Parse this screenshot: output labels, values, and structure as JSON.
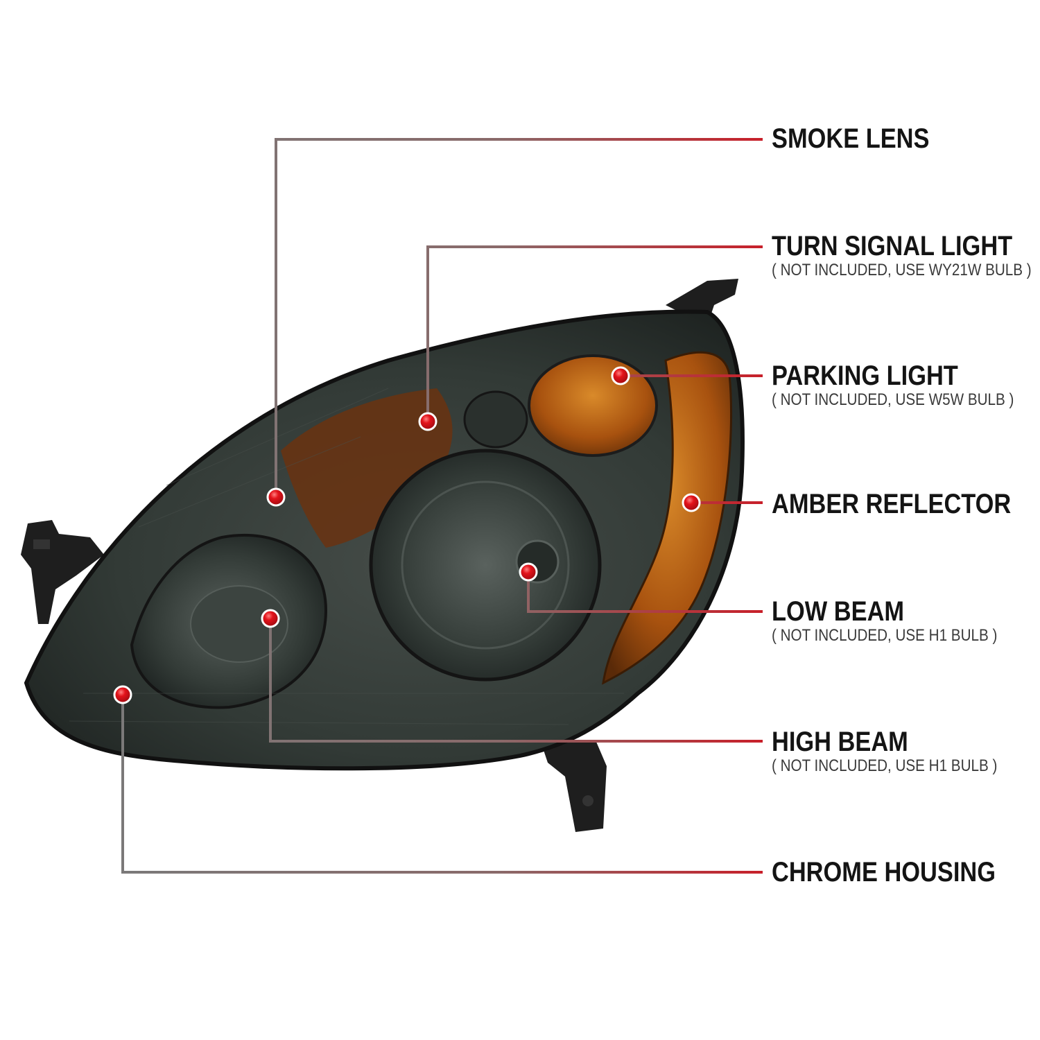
{
  "callouts": [
    {
      "id": "smoke-lens",
      "title": "SMOKE LENS",
      "note": ""
    },
    {
      "id": "turn-signal-light",
      "title": "TURN SIGNAL LIGHT",
      "note": "( NOT INCLUDED, USE  WY21W  BULB )"
    },
    {
      "id": "parking-light",
      "title": "PARKING LIGHT",
      "note": "( NOT INCLUDED, USE  W5W  BULB )"
    },
    {
      "id": "amber-reflector",
      "title": "AMBER REFLECTOR",
      "note": ""
    },
    {
      "id": "low-beam",
      "title": "LOW BEAM",
      "note": "( NOT INCLUDED, USE  H1  BULB )"
    },
    {
      "id": "high-beam",
      "title": "HIGH BEAM",
      "note": "( NOT INCLUDED, USE  H1  BULB )"
    },
    {
      "id": "chrome-housing",
      "title": "CHROME HOUSING",
      "note": ""
    }
  ],
  "colors": {
    "leader_start": "#7a7a7a",
    "leader_end": "#c8202a",
    "marker": "#e3131b",
    "lens": "#2c332f",
    "amber": "#b4540c"
  }
}
